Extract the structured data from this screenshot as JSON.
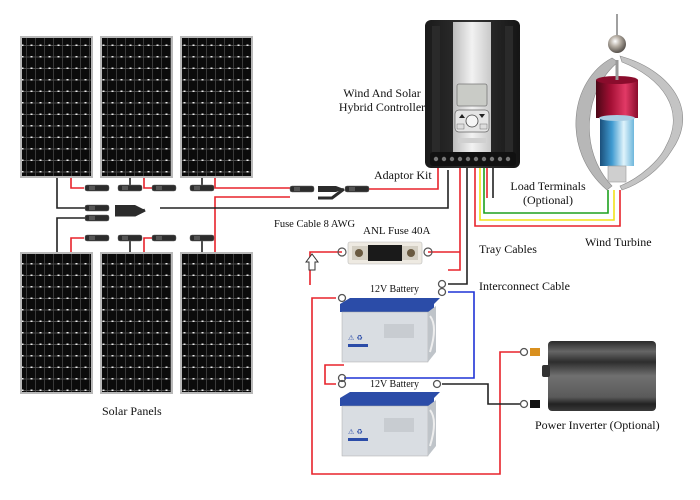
{
  "title": "Wind and Solar Hybrid System Wiring Diagram",
  "labels": {
    "controller": "Wind And Solar\nHybrid Controller",
    "controller_line1": "Wind And Solar",
    "controller_line2": "Hybrid Controller",
    "adaptor_kit": "Adaptor Kit",
    "load_terminals_line1": "Load Terminals",
    "load_terminals_line2": "(Optional)",
    "wind_turbine": "Wind Turbine",
    "fuse_cable": "Fuse Cable 8 AWG",
    "anl_fuse": "ANL Fuse 40A",
    "tray_cables": "Tray Cables",
    "interconnect_cable": "Interconnect Cable",
    "battery_top": "12V Battery",
    "battery_bottom": "12V Battery",
    "solar_panels": "Solar Panels",
    "power_inverter": "Power Inverter (Optional)"
  },
  "components": {
    "solar_panel_count": 6,
    "solar_panel_rows": 2,
    "solar_panel_cols": 3,
    "battery_count": 2,
    "controller_buttons": [
      "up",
      "down",
      "esc",
      "ok",
      "enter"
    ]
  },
  "colors": {
    "positive_wire": "#e8232b",
    "negative_wire": "#222222",
    "interconnect_wire": "#1f33d6",
    "wind_phase_green": "#1ea11e",
    "wind_phase_yellow": "#f2e21a",
    "wind_phase_red": "#e8232b",
    "panel_cell": "#0d0d0d",
    "panel_frame": "#b9b9b9",
    "battery_lid": "#2b4ca8",
    "battery_body": "#d9dde2",
    "turbine_red": "#c4123e",
    "turbine_blue": "#3a8fc4",
    "inverter_body": "#4a4a4a"
  }
}
